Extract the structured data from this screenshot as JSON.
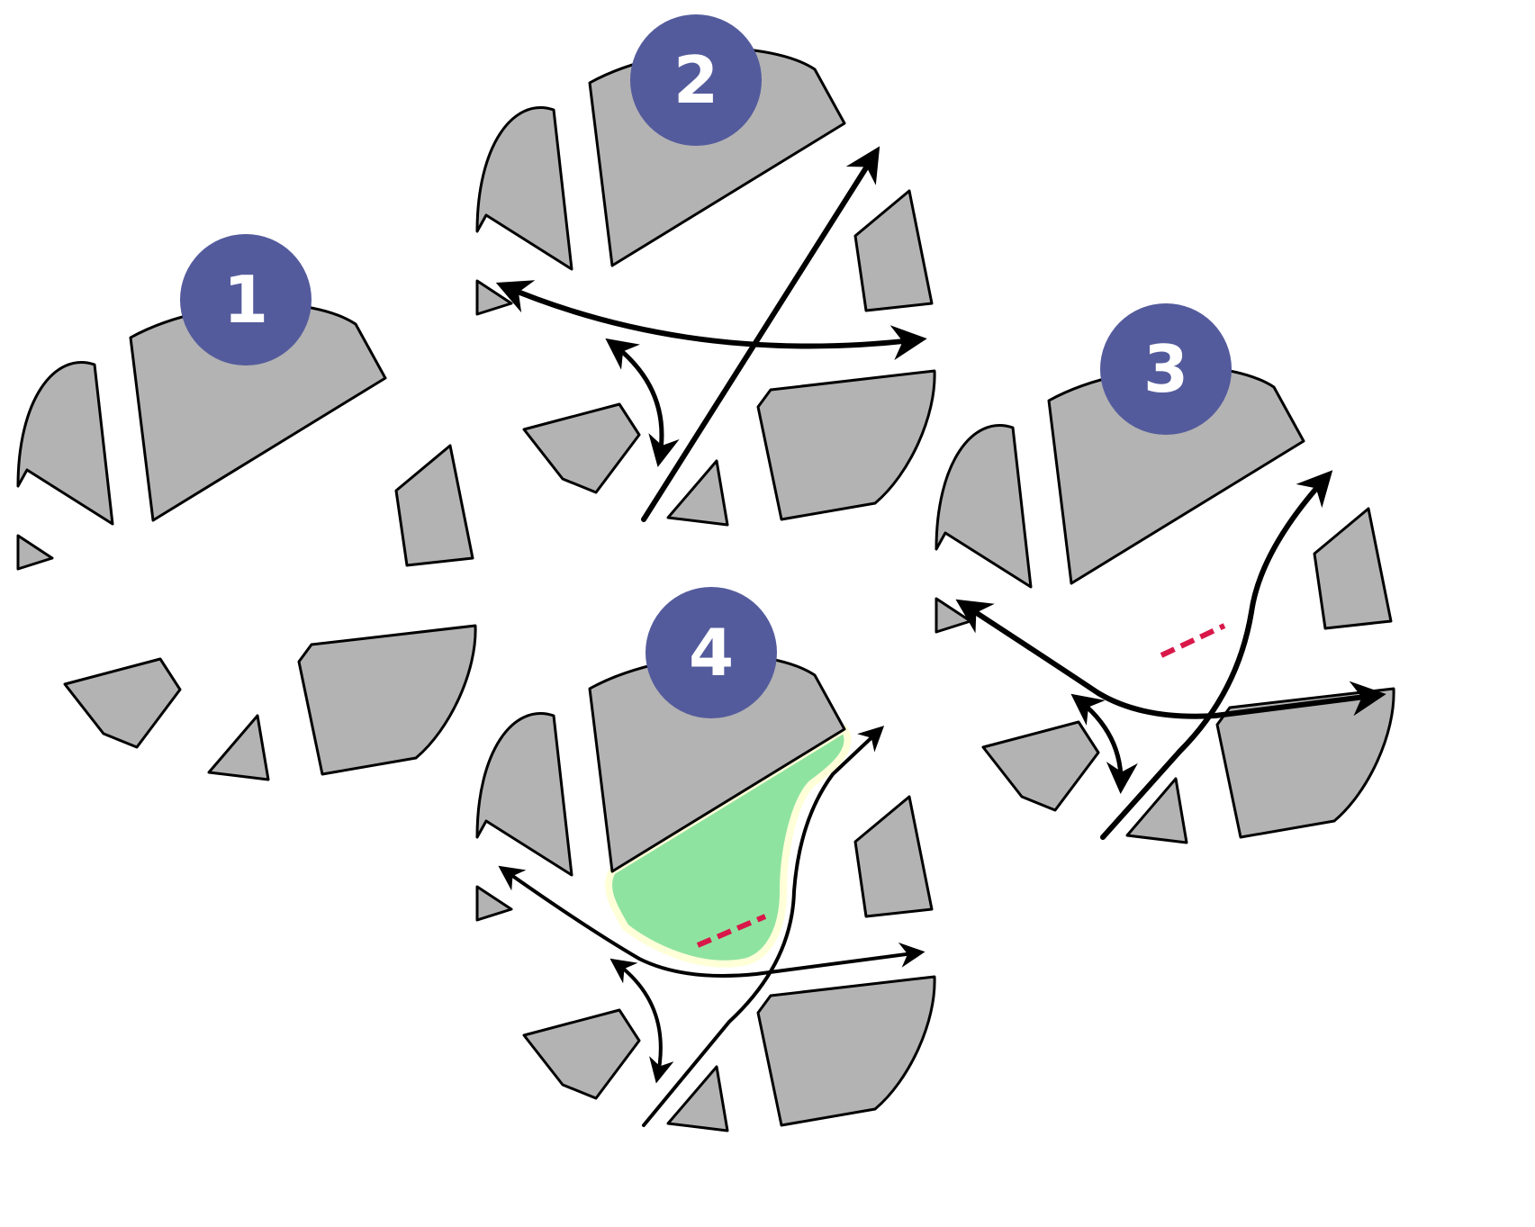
{
  "colors": {
    "badge": "#545b9c",
    "badge_text": "#ffffff",
    "building": "#b3b3b3",
    "outline": "#000000",
    "green_space": "#8fe3a0",
    "red_marker": "#d9184a",
    "background": "#ffffff"
  },
  "panels": [
    {
      "badge_label": "1",
      "content": "buildings-only"
    },
    {
      "badge_label": "2",
      "content": "buildings-with-crossing-flows"
    },
    {
      "badge_label": "3",
      "content": "buildings-with-curved-flows-and-marker"
    },
    {
      "badge_label": "4",
      "content": "buildings-with-green-space-flows-and-marker"
    }
  ]
}
